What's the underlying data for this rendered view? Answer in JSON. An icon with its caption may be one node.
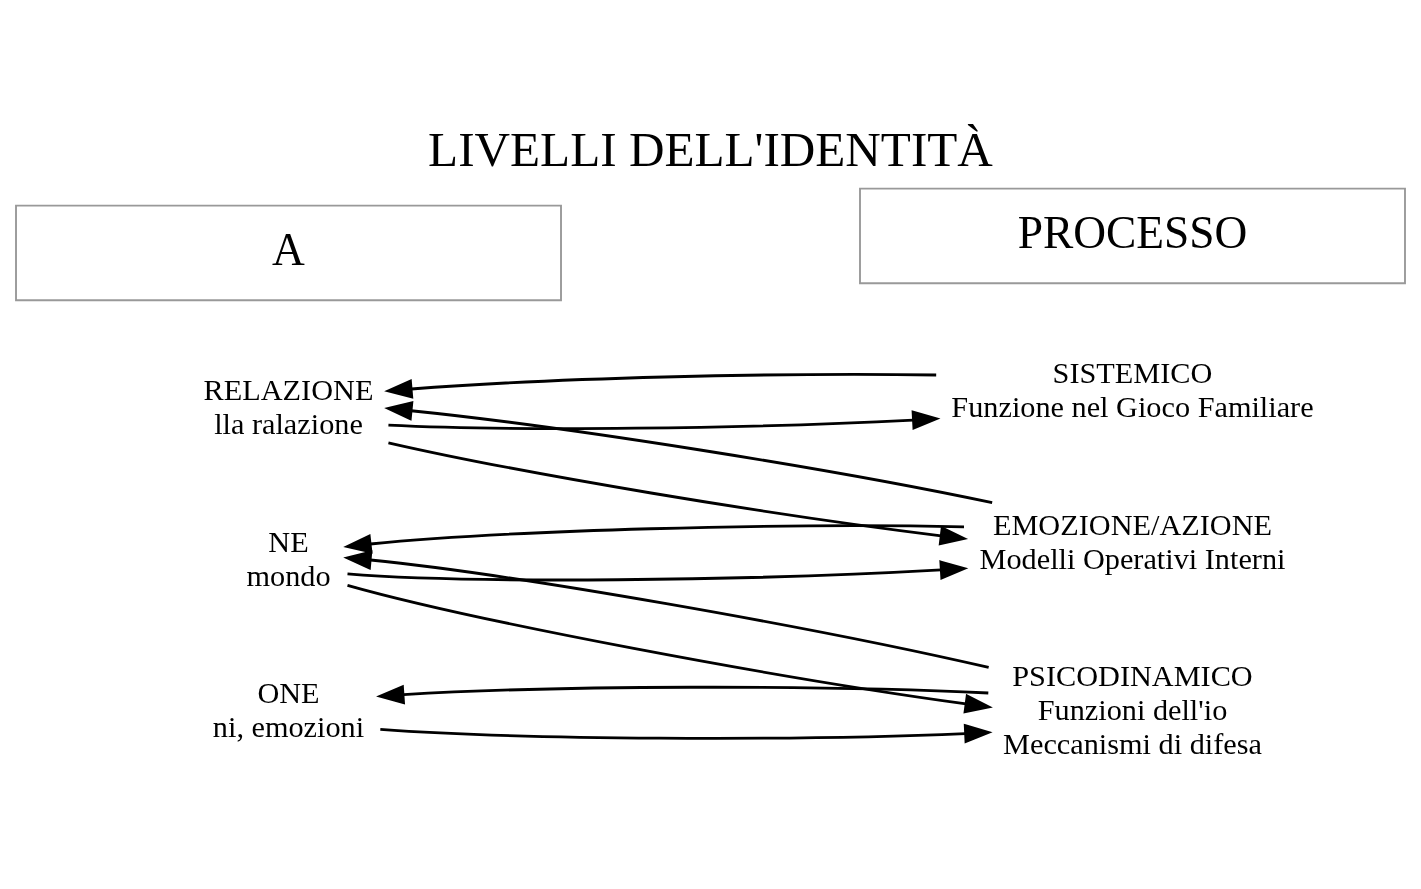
{
  "diagram": {
    "title": "LIVELLI DELL'IDENTITÀ",
    "nodes": [
      {
        "text": [
          "A"
        ]
      },
      {
        "text": [
          "PROCESSO"
        ]
      },
      {
        "text": [
          "RELAZIONE",
          "lla ralazione"
        ]
      },
      {
        "text": [
          "NE",
          "mondo"
        ]
      },
      {
        "text": [
          "ONE",
          "ni, emozioni"
        ]
      },
      {
        "text": [
          "SISTEMICO",
          "Funzione nel Gioco Familiare"
        ]
      },
      {
        "text": [
          "EMOZIONE/AZIONE",
          "Modelli Operativi Interni"
        ]
      },
      {
        "text": [
          "PSICODINAMICO",
          "Funzioni dell'io",
          "Meccanismi di difesa"
        ]
      }
    ],
    "edges": [
      {
        "from": 2,
        "to": 5,
        "arrow": "to"
      },
      {
        "from": 5,
        "to": 2,
        "arrow": "to"
      },
      {
        "from": 6,
        "to": 2,
        "arrow": "to"
      },
      {
        "from": 2,
        "to": 6,
        "arrow": "to"
      },
      {
        "from": 6,
        "to": 3,
        "arrow": "to"
      },
      {
        "from": 3,
        "to": 6,
        "arrow": "to"
      },
      {
        "from": 7,
        "to": 3,
        "arrow": "to"
      },
      {
        "from": 3,
        "to": 7,
        "arrow": "to"
      },
      {
        "from": 7,
        "to": 4,
        "arrow": "to"
      },
      {
        "from": 4,
        "to": 7,
        "arrow": "to"
      }
    ]
  }
}
